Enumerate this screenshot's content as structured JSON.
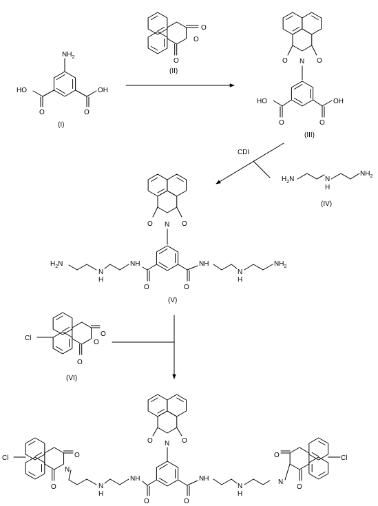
{
  "compounds": {
    "c1": {
      "label": "(I)",
      "nh2": "NH",
      "nh2_sub": "2",
      "ho_left": "HO",
      "oh_right": "OH",
      "o_left": "O",
      "o_right": "O"
    },
    "c2": {
      "label": "(II)",
      "o_top": "O",
      "o_ring": "O",
      "o_bottom": "O"
    },
    "c3": {
      "label": "(III)",
      "o_left": "O",
      "n": "N",
      "o_right": "O",
      "ho_left": "HO",
      "oh_right": "OH",
      "o_bl": "O",
      "o_br": "O"
    },
    "c4": {
      "label": "(IV)",
      "h2n": "H",
      "h2n_sub": "2",
      "h2n_n": "N",
      "nh": "N",
      "h": "H",
      "nh2": "NH",
      "nh2_sub": "2"
    },
    "c5": {
      "label": "(V)",
      "o_left": "O",
      "n": "N",
      "o_right": "O",
      "h2n_l": "H",
      "h2n_l_sub": "2",
      "h2n_l_n": "N",
      "n_l1": "N",
      "h_l1": "H",
      "nh_l2": "NH",
      "o_l": "O",
      "o_r": "O",
      "nh_r1": "NH",
      "n_r2": "N",
      "h_r2": "H",
      "nh2_r": "NH",
      "nh2_r_sub": "2"
    },
    "c6": {
      "label": "(VI)",
      "cl": "Cl",
      "o_top": "O",
      "o_ring": "O",
      "o_bottom": "O"
    },
    "c7": {
      "o_top_left": "O",
      "n_top": "N",
      "o_top_right": "O",
      "cl_left": "Cl",
      "o_l_top": "O",
      "n_left": "N",
      "o_l_bottom": "O",
      "n_l1": "N",
      "h_l1": "H",
      "nh_l2": "NH",
      "o_cl": "O",
      "o_cr": "O",
      "nh_r1": "NH",
      "n_r2": "N",
      "h_r2": "H",
      "o_r_top": "O",
      "n_right": "N",
      "o_r_bottom": "O",
      "cl_right": "Cl"
    }
  },
  "reagents": {
    "cdi": "CDI"
  }
}
